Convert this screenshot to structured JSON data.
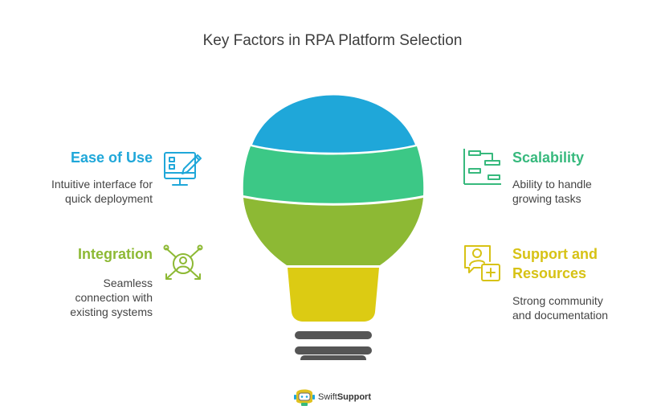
{
  "title": "Key Factors in RPA Platform Selection",
  "factors": [
    {
      "key": "ease",
      "title": "Ease of Use",
      "description_lines": [
        "Intuitive interface for",
        "quick deployment"
      ],
      "color": "#1fa7d9",
      "icon": "monitor-edit-icon"
    },
    {
      "key": "integration",
      "title": "Integration",
      "description_lines": [
        "Seamless",
        "connection with",
        "existing systems"
      ],
      "color": "#8db934",
      "icon": "user-network-icon"
    },
    {
      "key": "scalability",
      "title": "Scalability",
      "description_lines": [
        "Ability to handle",
        "growing tasks"
      ],
      "color": "#37b97d",
      "icon": "gantt-chart-icon"
    },
    {
      "key": "support",
      "title_lines": [
        "Support and",
        "Resources"
      ],
      "description_lines": [
        "Strong community",
        "and documentation"
      ],
      "color": "#d7c215",
      "icon": "support-chat-icon"
    }
  ],
  "bulb_colors": {
    "top": "#1fa7d9",
    "second": "#3cc886",
    "third": "#8db934",
    "base": "#dccb13",
    "screw": "#555555"
  },
  "brand": {
    "name_part1": "Swift",
    "name_part2": "Support",
    "icon": "robot-logo-icon"
  }
}
